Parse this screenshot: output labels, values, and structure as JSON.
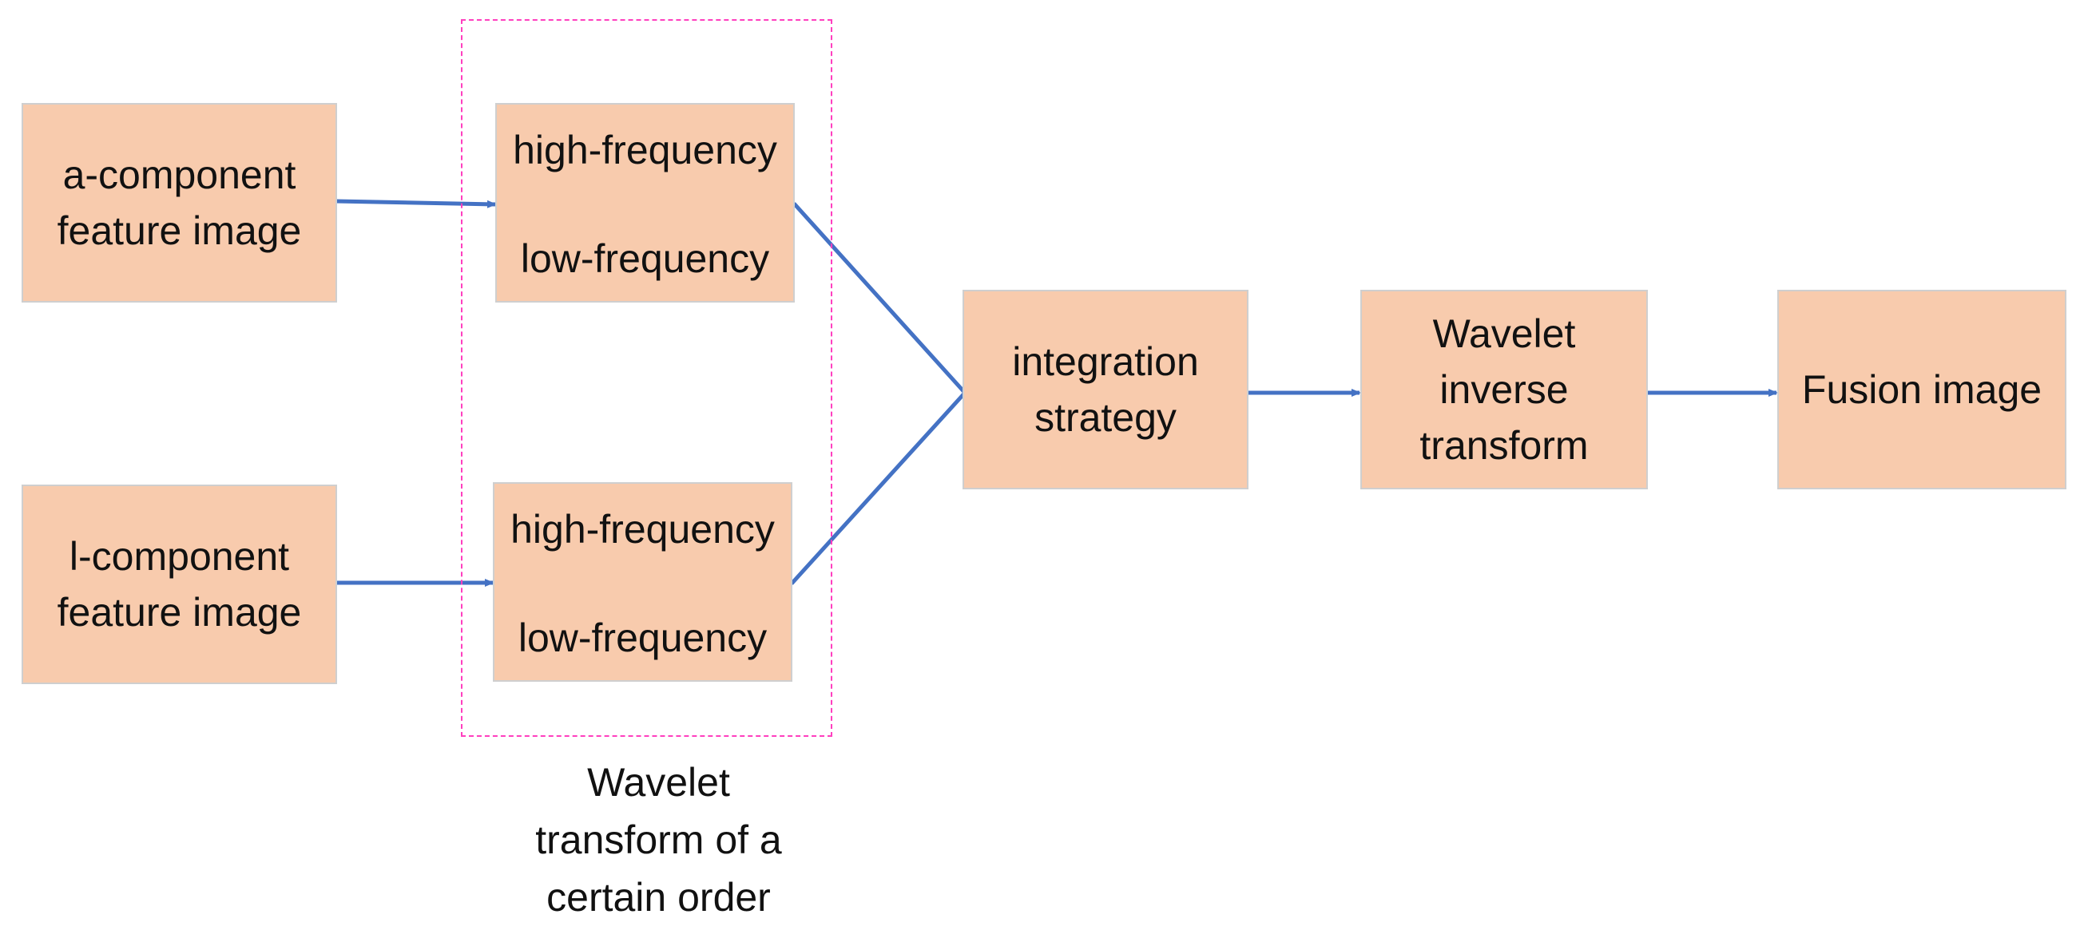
{
  "colors": {
    "box_fill": "#f8cbad",
    "box_border": "#cfcfcf",
    "arrow": "#4472c4",
    "frame": "#ff3fbf"
  },
  "inputs": {
    "a_component": [
      "a-component",
      "feature image"
    ],
    "l_component": [
      "l-component",
      "feature image"
    ]
  },
  "wavelet_bands": {
    "top": {
      "high": "high-frequency",
      "low": "low-frequency"
    },
    "bottom": {
      "high": "high-frequency",
      "low": "low-frequency"
    }
  },
  "wavelet_caption": [
    "Wavelet",
    "transform of a",
    "certain order"
  ],
  "integration": [
    "integration",
    "strategy"
  ],
  "inverse": [
    "Wavelet",
    "inverse",
    "transform"
  ],
  "output": "Fusion image"
}
